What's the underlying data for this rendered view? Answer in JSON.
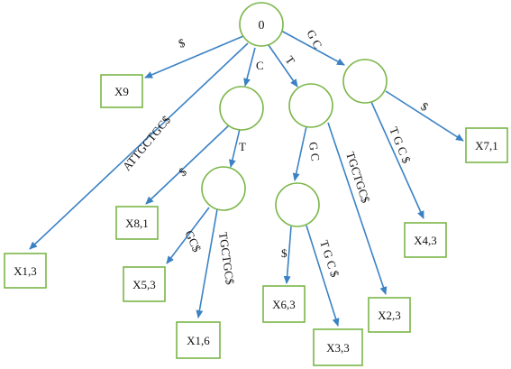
{
  "root": {
    "label": "0"
  },
  "leaves": {
    "x9": "X9",
    "x1_3": "X1,3",
    "x8_1": "X8,1",
    "x5_3": "X5,3",
    "x1_6": "X1,6",
    "x6_3": "X6,3",
    "x3_3": "X3,3",
    "x2_3": "X2,3",
    "x4_3": "X4,3",
    "x7_1": "X7,1"
  },
  "edges": {
    "root_x9": "$",
    "root_x1_3": "ATTGCTGC$",
    "root_c": "C",
    "root_t": "T",
    "root_gc": "G C",
    "c_x8_1": "$",
    "c_ct": "T",
    "ct_x5_3": "GC$",
    "ct_x1_6": "TGCTGC$",
    "t_tgc": "G C",
    "t_x2_3": "TGCTGC$",
    "tgc_x6_3": "$",
    "tgc_x3_3": "T G C $",
    "gc_x7_1": "$",
    "gc_x4_3": "T G C $"
  }
}
